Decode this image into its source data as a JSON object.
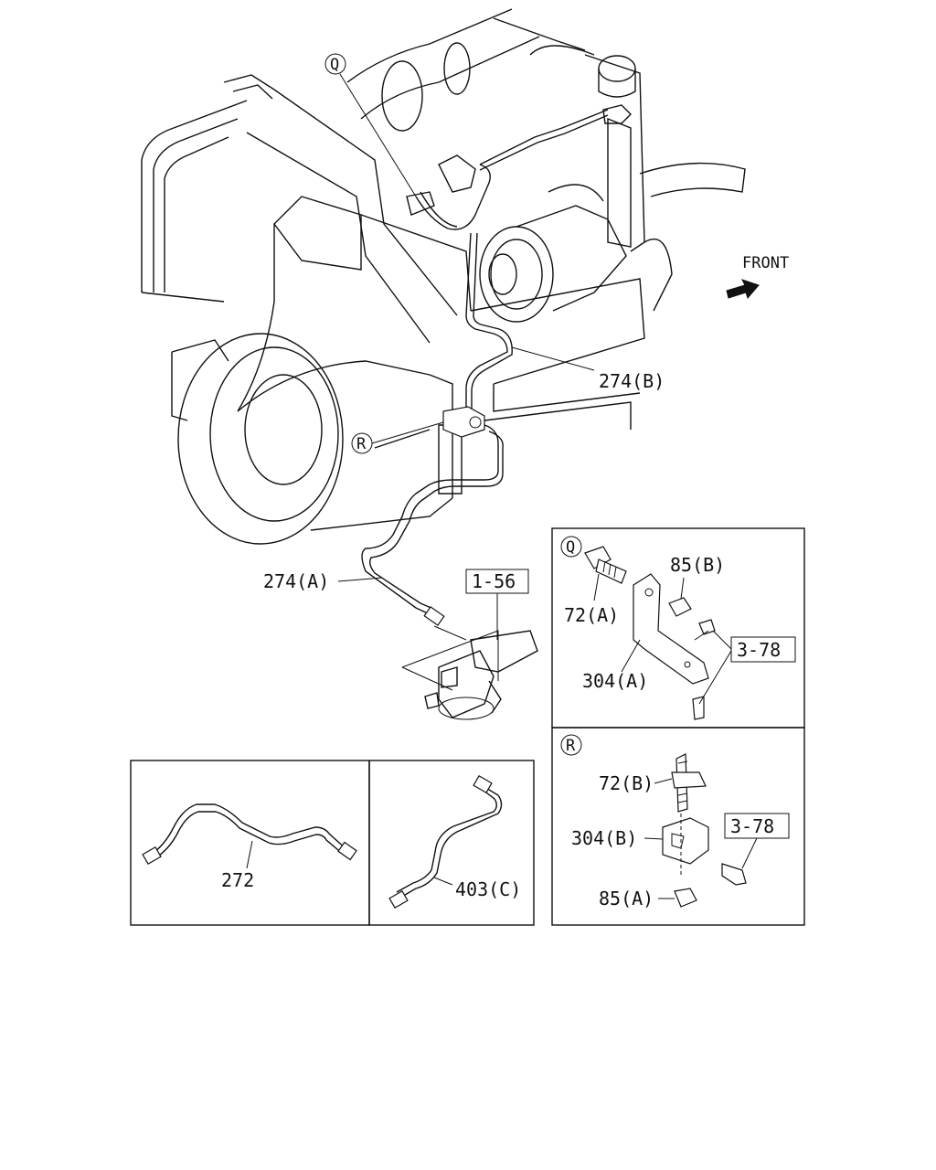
{
  "front_label": "FRONT",
  "callouts": {
    "q_marker": "Q",
    "r_marker": "R",
    "pipe_274b": "274(B)",
    "pipe_274a": "274(A)",
    "ref_1_56": "1-56"
  },
  "panel_q": {
    "marker": "Q",
    "part_85b": "85(B)",
    "part_72a": "72(A)",
    "part_304a": "304(A)",
    "ref_3_78": "3-78"
  },
  "panel_r": {
    "marker": "R",
    "part_72b": "72(B)",
    "part_304b": "304(B)",
    "part_85a": "85(A)",
    "ref_3_78": "3-78"
  },
  "panel_272": {
    "label": "272"
  },
  "panel_403c": {
    "label": "403(C)"
  }
}
